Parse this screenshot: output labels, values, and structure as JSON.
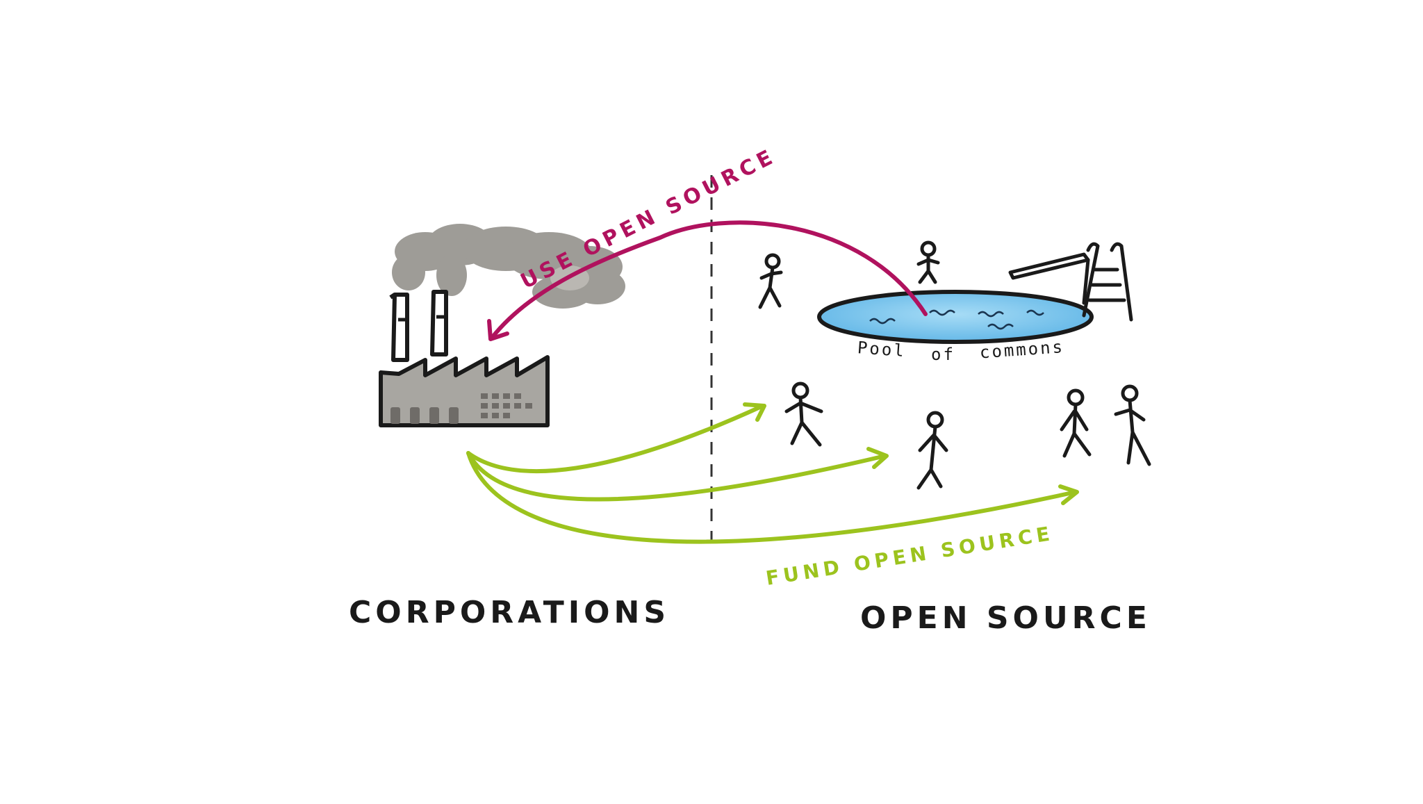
{
  "labels": {
    "corporations": "CORPORATIONS",
    "open_source": "OPEN SOURCE",
    "use_open_source": "USE OPEN SOURCE",
    "fund_open_source": "FUND OPEN SOURCE",
    "pool_word_1": "Pool",
    "pool_word_2": "of",
    "pool_word_3": "commons"
  },
  "colors": {
    "ink": "#1a1a1a",
    "use_arrow": "#b0125e",
    "fund_arrow": "#9cc31e",
    "smoke": "#8e8b86",
    "factory_fill": "#a8a6a1",
    "pool_fill": "#7ec8ee",
    "divider": "#333333"
  },
  "icons": {
    "factory": "factory-icon",
    "pool": "pool-icon",
    "diving_board": "diving-board-icon",
    "person": "stick-figure-icon"
  }
}
